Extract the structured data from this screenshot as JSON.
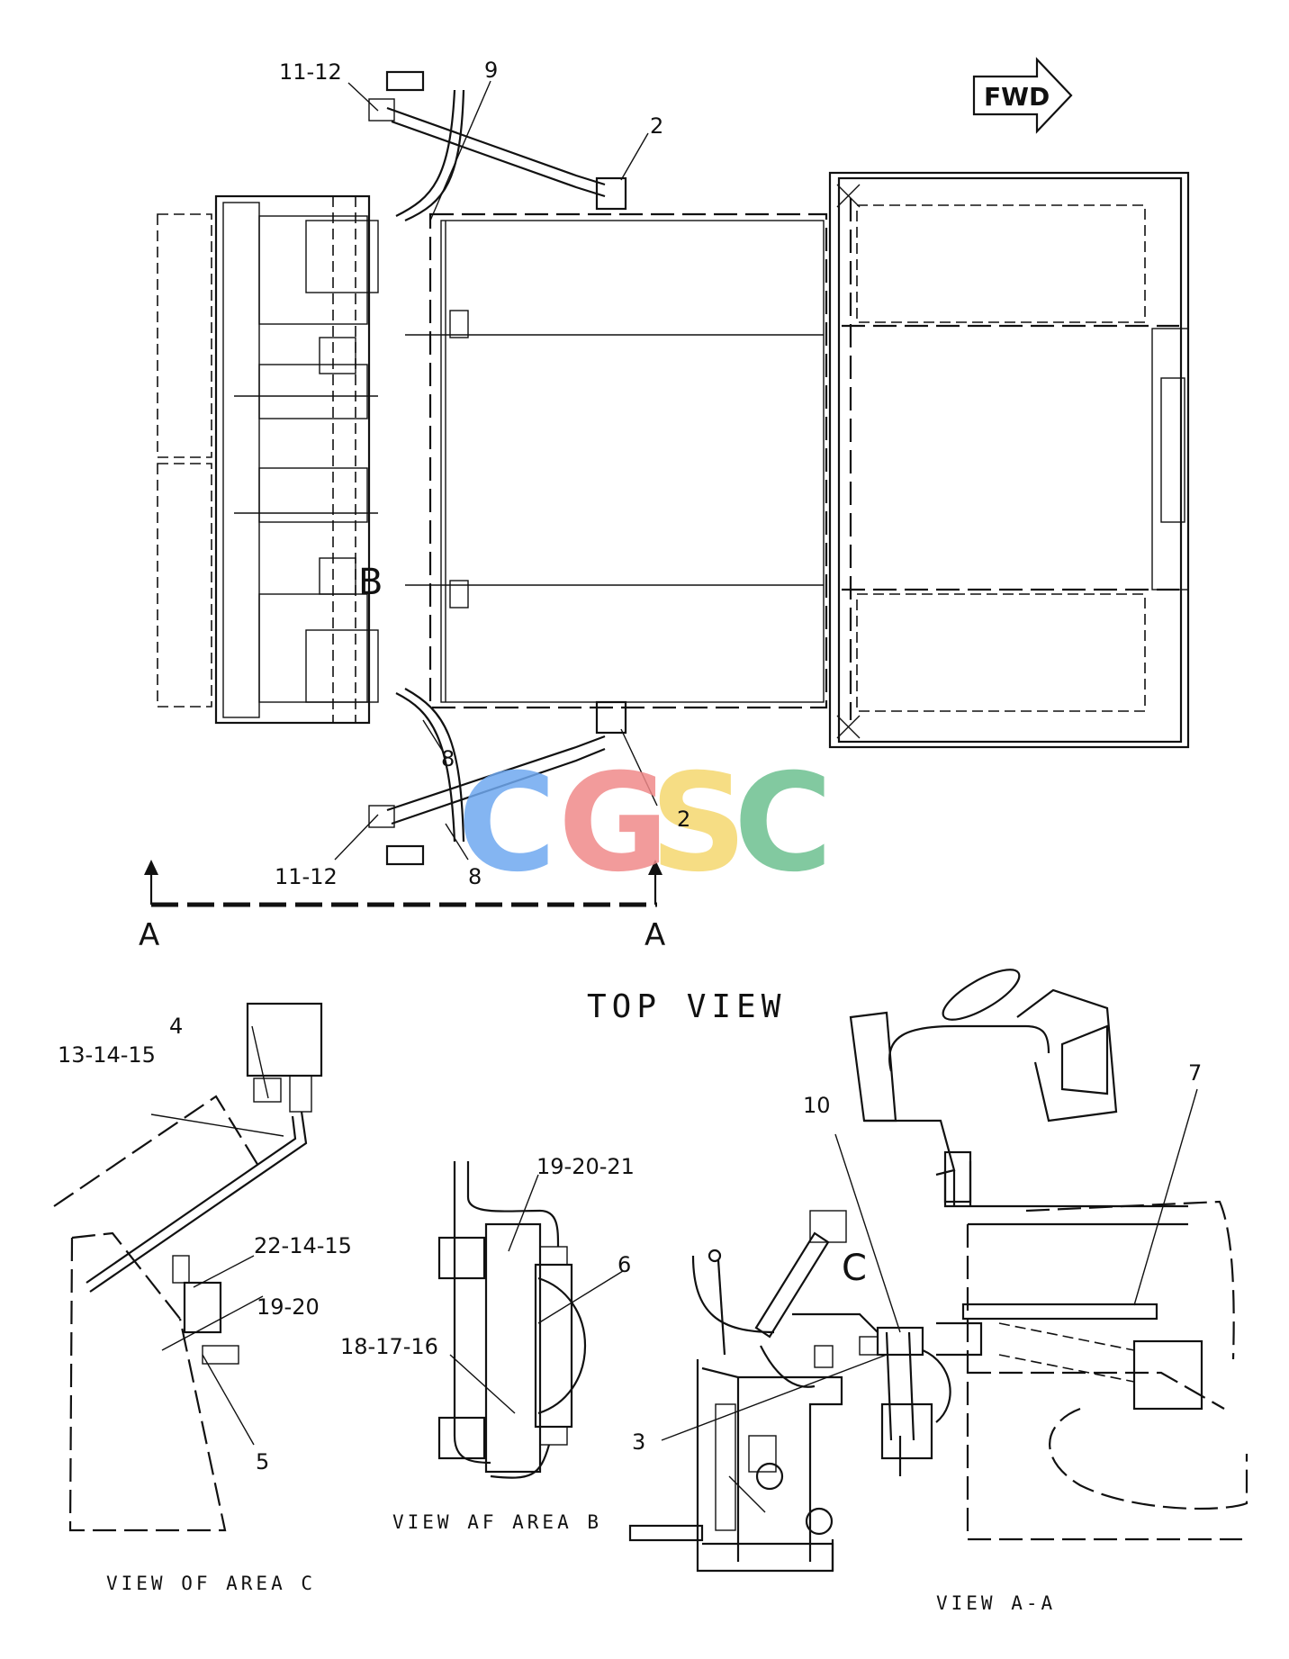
{
  "colors": {
    "ink": "#111111",
    "wm_c1": "#6ea8f0",
    "wm_g": "#f08a8a",
    "wm_s": "#f5d76e",
    "wm_c2": "#6cbf8f"
  },
  "forward_indicator": "FWD",
  "watermark": [
    "C",
    "G",
    "S",
    "C"
  ],
  "callouts": {
    "c_11_12_top": "11-12",
    "c_9": "9",
    "c_2_top": "2",
    "c_8_upper": "8",
    "c_2_bottom": "2",
    "c_11_12_bottom": "11-12",
    "c_8_lower": "8",
    "c_4": "4",
    "c_13_14_15": "13-14-15",
    "c_22_14_15": "22-14-15",
    "c_19_20": "19-20",
    "c_5": "5",
    "c_19_20_21": "19-20-21",
    "c_6": "6",
    "c_18_17_16": "18-17-16",
    "c_10": "10",
    "c_7": "7",
    "c_3": "3"
  },
  "area_labels": {
    "area_b": "B",
    "area_c": "C"
  },
  "section_marks": {
    "left": "A",
    "right": "A"
  },
  "captions": {
    "top_view": "TOP VIEW",
    "view_area_c": "VIEW OF AREA C",
    "view_area_b": "VIEW AF AREA B",
    "view_a_a": "VIEW A-A"
  }
}
